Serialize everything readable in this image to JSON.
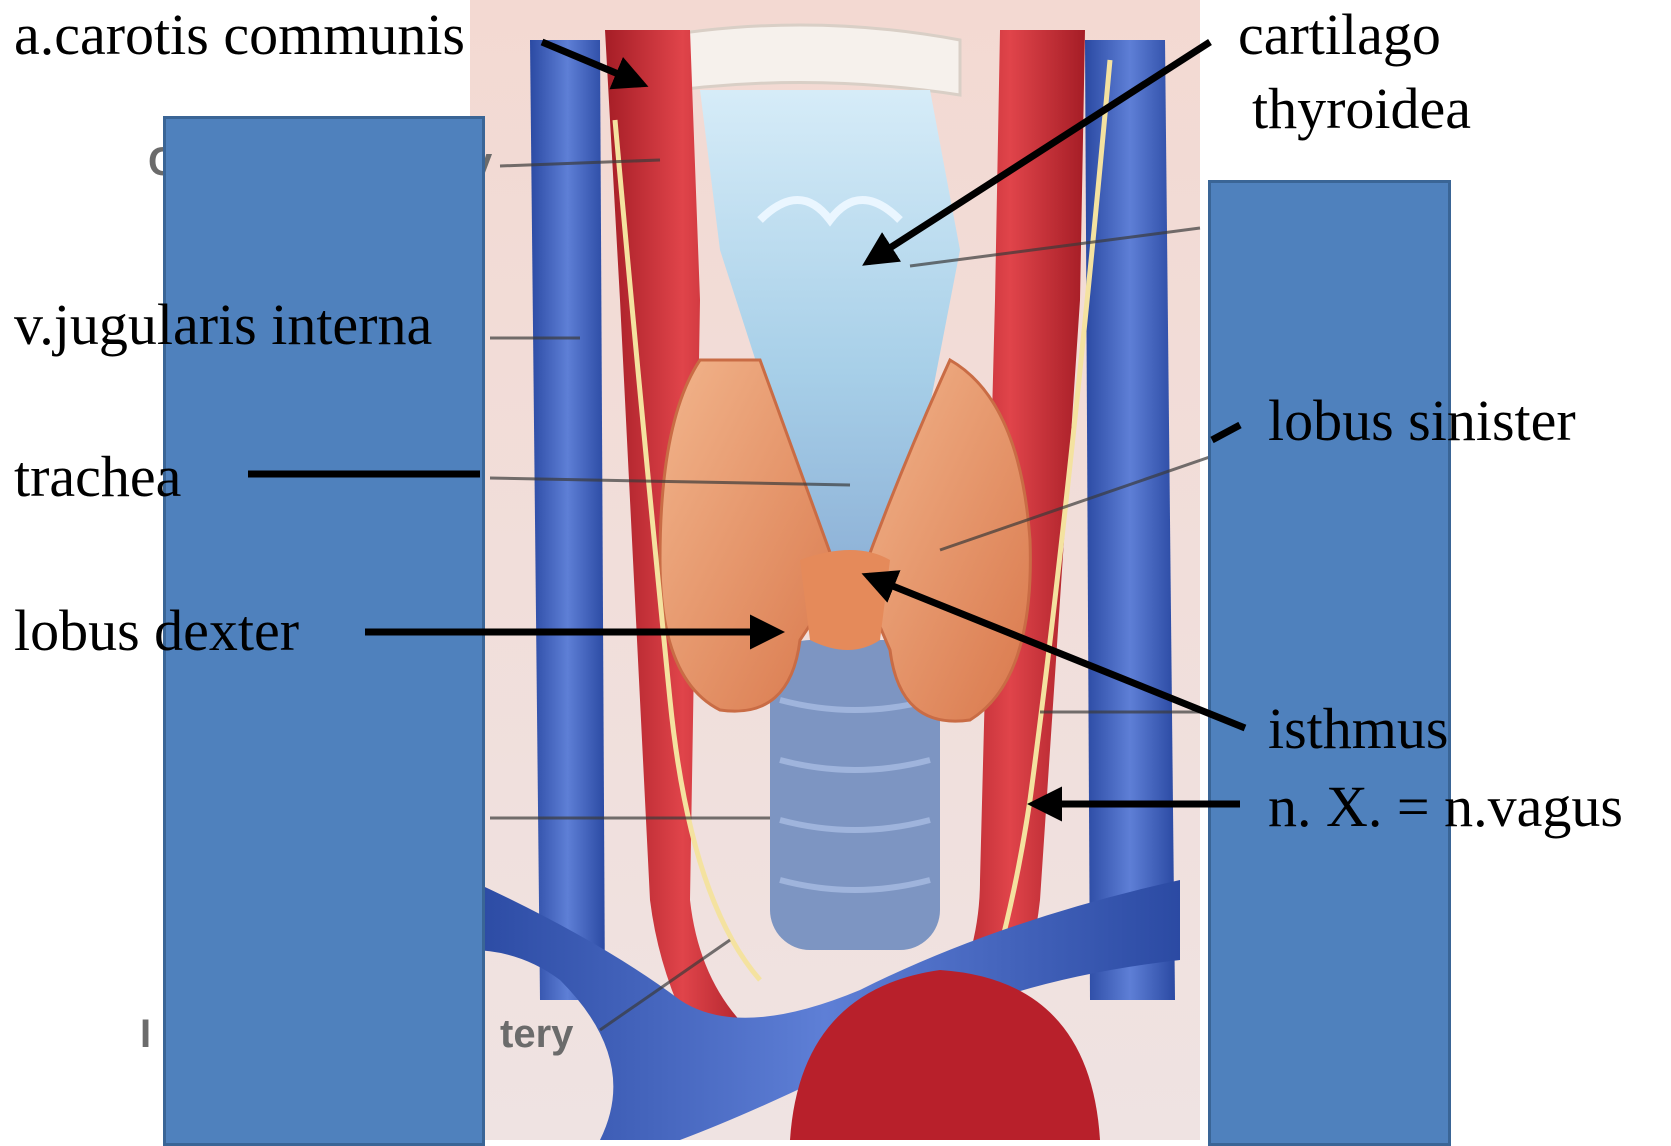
{
  "labels": {
    "carotis": "a.carotis communis",
    "cartilago_line1": "cartilago",
    "cartilago_line2": "thyroidea",
    "jugularis": "v.jugularis interna",
    "trachea": "trachea",
    "lobus_sinister": "lobus sinister",
    "lobus_dexter": "lobus dexter",
    "isthmus": "isthmus",
    "vagus": "n. X. = n.vagus"
  },
  "underlying_text": {
    "fragment_top": "C",
    "fragment_top_end": "y",
    "fragment_bottom": "I",
    "fragment_bottom_end": "tery"
  },
  "colors": {
    "cover_fill": "#4f81bd",
    "cover_border": "#3a6596",
    "artery": "#c8282f",
    "vein": "#3b5cb8",
    "thyroid": "#e9956a",
    "cartilage": "#a9d2ea",
    "nerve": "#f4e2a0"
  }
}
